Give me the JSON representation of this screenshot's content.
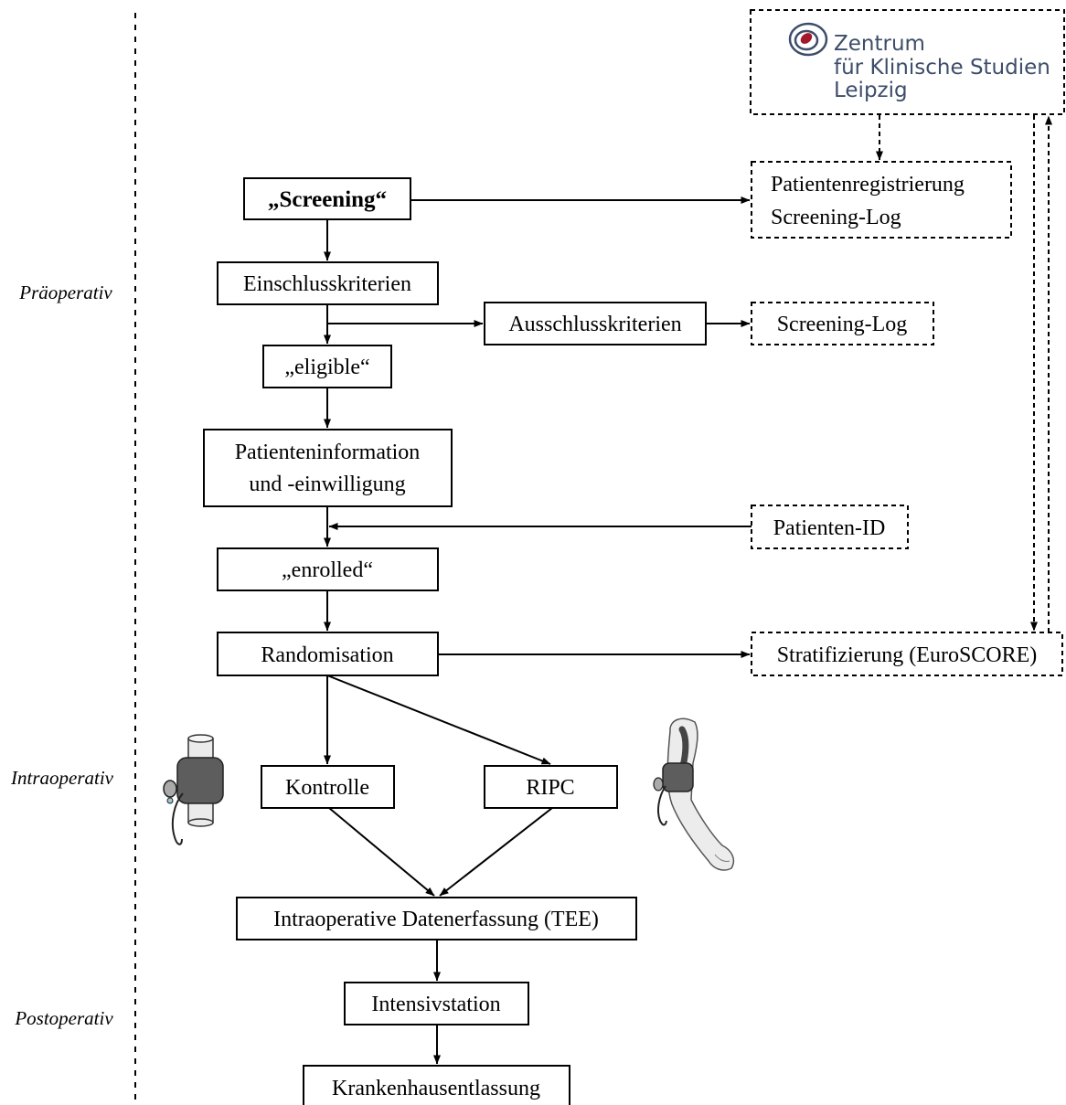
{
  "phases": {
    "pre": "Präoperativ",
    "intra": "Intraoperativ",
    "post": "Postoperativ"
  },
  "logo": {
    "line1": "Zentrum",
    "line2": "für Klinische Studien",
    "line3": "Leipzig",
    "text_color": "#3d4d6a",
    "accent_color": "#a4192a"
  },
  "nodes": {
    "screening": "„Screening“",
    "einschluss": "Einschlusskriterien",
    "ausschluss": "Ausschlusskriterien",
    "eligible": "„eligible“",
    "info_line1": "Patienteninformation",
    "info_line2": "und -einwilligung",
    "enrolled": "„enrolled“",
    "randomisation": "Randomisation",
    "kontrolle": "Kontrolle",
    "ripc": "RIPC",
    "intraop": "Intraoperative Datenerfassung (TEE)",
    "intensiv": "Intensivstation",
    "entlassung": "Krankenhausentlassung"
  },
  "side_nodes": {
    "registrierung_line1": "Patientenregistrierung",
    "registrierung_line2": "Screening-Log",
    "screening_log": "Screening-Log",
    "patienten_id": "Patienten-ID",
    "stratifizierung": "Stratifizierung (EuroSCORE)"
  },
  "illustrations": {
    "left": "cuff-on-cylinder-icon",
    "right": "cuff-on-arm-icon"
  }
}
